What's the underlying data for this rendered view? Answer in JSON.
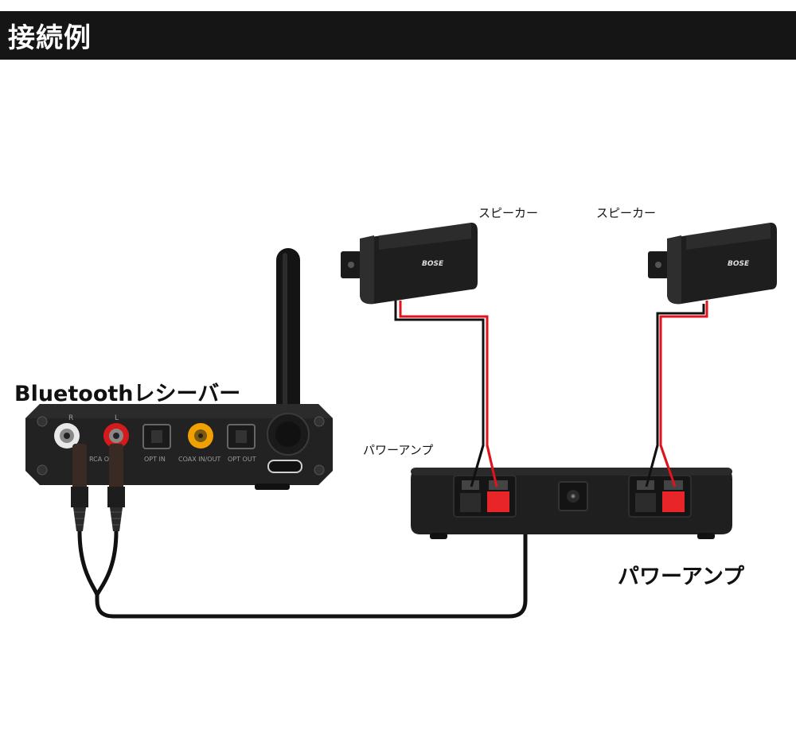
{
  "header": {
    "title": "接続例"
  },
  "labels": {
    "speaker_left": "スピーカー",
    "speaker_right": "スピーカー",
    "receiver": "Bluetoothレシーバー",
    "amp_small": "パワーアンプ",
    "amp_big": "パワーアンプ"
  },
  "receiver_panel": {
    "r": "R",
    "l": "L",
    "opt_in": "OPT IN",
    "coax": "COAX IN/OUT",
    "opt_out": "OPT OUT",
    "rca_label": "RCA OUT"
  },
  "speaker_brand": "BOSE",
  "colors": {
    "header_bg": "#151515",
    "device_body": "#222222",
    "wire_red": "#e0141c",
    "wire_black": "#111111",
    "terminal_red": "#e8262a",
    "rca_gold": "#f0a000"
  }
}
